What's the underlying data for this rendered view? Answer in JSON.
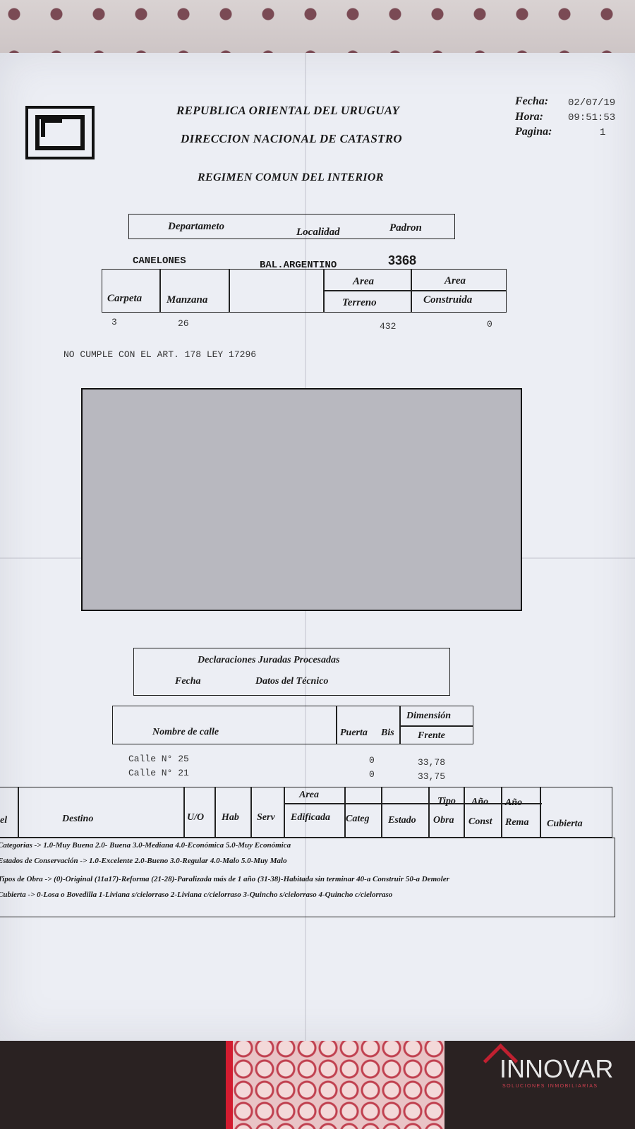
{
  "header": {
    "line1": "REPUBLICA ORIENTAL DEL URUGUAY",
    "line2": "DIRECCION NACIONAL DE CATASTRO",
    "regime": "REGIMEN COMUN DEL INTERIOR"
  },
  "meta": {
    "fecha_label": "Fecha:",
    "fecha_value": "02/07/19",
    "hora_label": "Hora:",
    "hora_value": "09:51:53",
    "pagina_label": "Pagina:",
    "pagina_value": "1"
  },
  "location_table": {
    "headers": [
      "Departameto",
      "Localidad",
      "Padron"
    ],
    "departamento": "CANELONES",
    "localidad": "BAL.ARGENTINO",
    "padron": "3368"
  },
  "parcel_table": {
    "carpeta_label": "Carpeta",
    "manzana_label": "Manzana",
    "area_label": "Area",
    "terreno_label": "Terreno",
    "area2_label": "Area",
    "construida_label": "Construida",
    "carpeta": "3",
    "manzana": "26",
    "area_terreno": "432",
    "area_construida": "0"
  },
  "notice": "NO CUMPLE CON EL ART. 178 LEY 17296",
  "declaraciones": {
    "title": "Declaraciones Juradas Procesadas",
    "fecha_label": "Fecha",
    "tecnico_label": "Datos del Técnico"
  },
  "streets": {
    "nombre_label": "Nombre de calle",
    "puerta_label": "Puerta",
    "bis_label": "Bis",
    "dimension_label": "Dimensión",
    "frente_label": "Frente",
    "rows": [
      {
        "nombre": "Calle N° 25",
        "puerta": "0",
        "frente": "33,78"
      },
      {
        "nombre": "Calle N° 21",
        "puerta": "0",
        "frente": "33,75"
      }
    ]
  },
  "construction": {
    "nivel_label": "el",
    "destino_label": "Destino",
    "uo_label": "U/O",
    "hab_label": "Hab",
    "serv_label": "Serv",
    "area_label": "Area",
    "edificada_label": "Edificada",
    "categ_label": "Categ",
    "estado_label": "Estado",
    "tipo_label": "Tipo",
    "obra_label": "Obra",
    "anio_label": "Año",
    "const_label": "Const",
    "anio2_label": "Año",
    "rema_label": "Rema",
    "cubierta_label": "Cubierta"
  },
  "legend": [
    "Categorias -> 1.0-Muy Buena 2.0- Buena 3.0-Mediana 4.0-Económica 5.0-Muy Económica",
    "Estados de Conservación -> 1.0-Excelente 2.0-Bueno 3.0-Regular 4.0-Malo 5.0-Muy Malo",
    "Tipos de Obra -> (0)-Original  (11a17)-Reforma (21-28)-Paralizada más de 1 año (31-38)-Habitada sin terminar 40-a Construir 50-a Demoler",
    "Cubierta -> 0-Losa o Bovedilla 1-Liviana s/cielorraso 2-Liviana c/cielorraso 3-Quincho s/cielorraso 4-Quincho c/cielorraso"
  ],
  "brand": {
    "name": "INNOVAR",
    "tagline": "SOLUCIONES INMOBILIARIAS"
  }
}
